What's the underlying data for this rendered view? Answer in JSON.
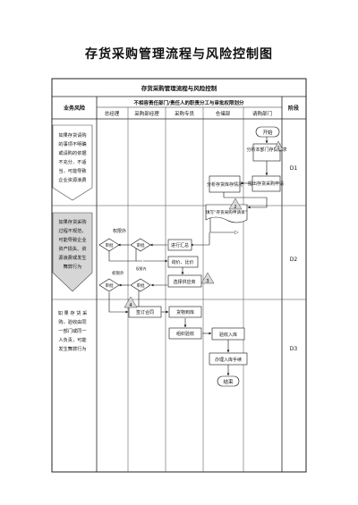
{
  "title": "存货采购管理流程与风险控制图",
  "table": {
    "caption": "存货采购管理流程与风险控制",
    "header_risk": "业务风险",
    "header_dept": "不相容责任部门/责任人的职责分工与审批权限划分",
    "header_stage": "阶段",
    "departments": [
      "总经理",
      "采购部经理",
      "采购专员",
      "仓储部",
      "请购部门"
    ],
    "stages": [
      "D1",
      "D2",
      "D3"
    ],
    "risks": [
      [
        "如果存货请购",
        "的事项不明确",
        "或请购的依据",
        "不充分、不适",
        "当，可能导致",
        "企业资源浪费"
      ],
      [
        "如果存货采购",
        "过程不规范，",
        "可能导致企业",
        "资产损失、资",
        "源浪费或发生",
        "舞弊行为"
      ],
      [
        "如 果 存 货 采",
        "购，验收由同",
        "一部门或同一",
        "人负责，可能",
        "发生舞弊行为"
      ]
    ]
  },
  "nodes": {
    "start": "开始",
    "analyze_needs": "分析本部门存货需求",
    "submit_request": "提出存货采购申请",
    "analyze_inventory": "分析存货库存情况",
    "fill_request": "填写“存货采购申请单”",
    "summarize": "进行汇总",
    "inquire": "询价、比价",
    "select_supplier": "选择供应商",
    "review_1": "审批",
    "review_2": "审批",
    "review_3": "审批",
    "review_4": "审批",
    "sign_contract": "签订合同",
    "arrival": "货物到库",
    "organize_inspection": "组织验收",
    "accept_storage": "验收入库",
    "storage_procedure": "办理入库手续",
    "end": "结束"
  },
  "labels": {
    "authority_outside": "权限外",
    "within_authority": "权限内"
  },
  "markers": [
    "1",
    "2",
    "3",
    "4"
  ]
}
